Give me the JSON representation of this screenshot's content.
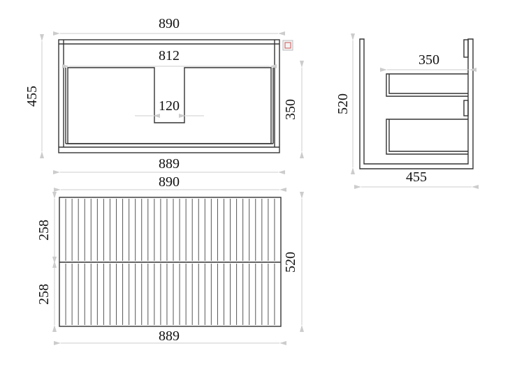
{
  "top_view": {
    "width_top": "890",
    "inner_width": "812",
    "notch_width": "120",
    "width_bottom": "889",
    "depth": "455",
    "inner_depth": "350"
  },
  "side_view": {
    "height": "520",
    "drawer_depth": "350",
    "depth": "455"
  },
  "front_view": {
    "width_top": "890",
    "drawer_upper": "258",
    "drawer_lower": "258",
    "height": "520",
    "width_bottom": "889",
    "flute_count": 35
  },
  "icons": {
    "corner_icon": "image-placeholder-icon"
  }
}
